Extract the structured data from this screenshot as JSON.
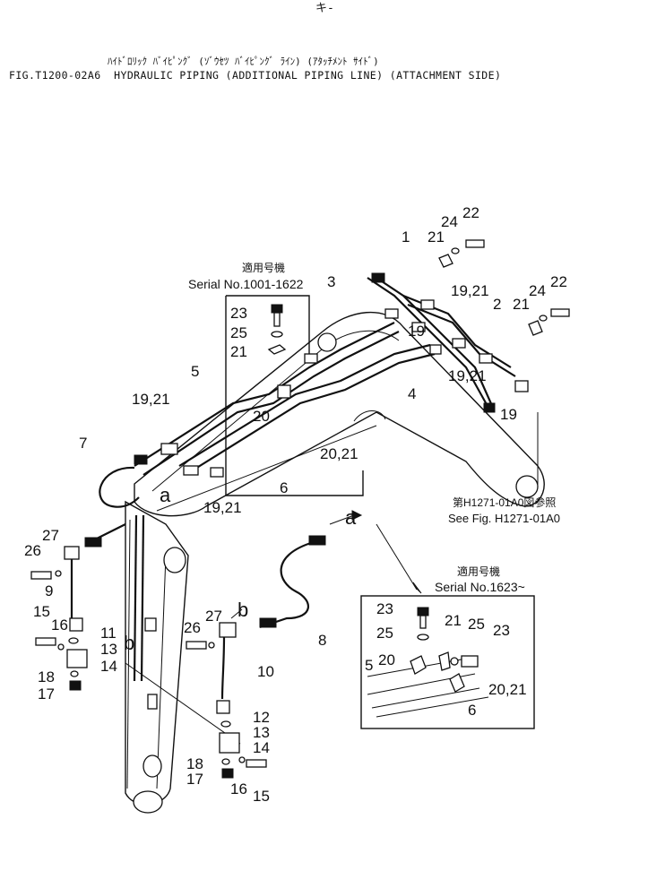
{
  "header": {
    "mark": "キ-",
    "japanese_title": "ﾊｲﾄﾞﾛﾘｯｸ ﾊﾞｲﾋﾟﾝｸﾞ (ｿﾞｳｾﾂ ﾊﾞｲﾋﾟﾝｸﾞ ﾗｲﾝ) (ｱﾀｯﾁﾒﾝﾄ ｻｲﾄﾞ)",
    "fig_line": "FIG.T1200-02A6  HYDRAULIC PIPING (ADDITIONAL PIPING LINE) (ATTACHMENT SIDE)"
  },
  "serial_boxes": [
    {
      "jp": "適用号機",
      "serial": "Serial No.1001-1622"
    },
    {
      "jp": "適用号機",
      "serial": "Serial No.1623~"
    }
  ],
  "see_fig": {
    "jp": "第H1271-01A0図参照",
    "en": "See Fig. H1271-01A0"
  },
  "callouts": {
    "c1": "1",
    "c2": "2",
    "c3": "3",
    "c4": "4",
    "c5": "5",
    "c6": "6",
    "c7": "7",
    "c8": "8",
    "c9": "9",
    "c10": "10",
    "c11": "11",
    "c12": "12",
    "c13a": "13",
    "c13b": "13",
    "c14a": "14",
    "c14b": "14",
    "c15a": "15",
    "c15b": "15",
    "c16a": "16",
    "c16b": "16",
    "c17a": "17",
    "c17b": "17",
    "c18a": "18",
    "c18b": "18",
    "c19a": "19",
    "c19b": "19",
    "c19_21a": "19,21",
    "c19_21b": "19,21",
    "c19_21c": "19,21",
    "c19_21d": "19,21",
    "c20a": "20",
    "c20_21a": "20,21",
    "c20b": "20",
    "c20_21b": "20,21",
    "c21a": "21",
    "c21b": "21",
    "c21c": "21",
    "c21d": "21",
    "c22a": "22",
    "c22b": "22",
    "c23a": "23",
    "c23b": "23",
    "c23c": "23",
    "c24a": "24",
    "c24b": "24",
    "c25a": "25",
    "c25b": "25",
    "c25c": "25",
    "c26a": "26",
    "c26b": "26",
    "c27a": "27",
    "c27b": "27",
    "c5b": "5",
    "c6b": "6",
    "a1": "a",
    "a2": "a",
    "b1": "b",
    "b2": "b"
  }
}
